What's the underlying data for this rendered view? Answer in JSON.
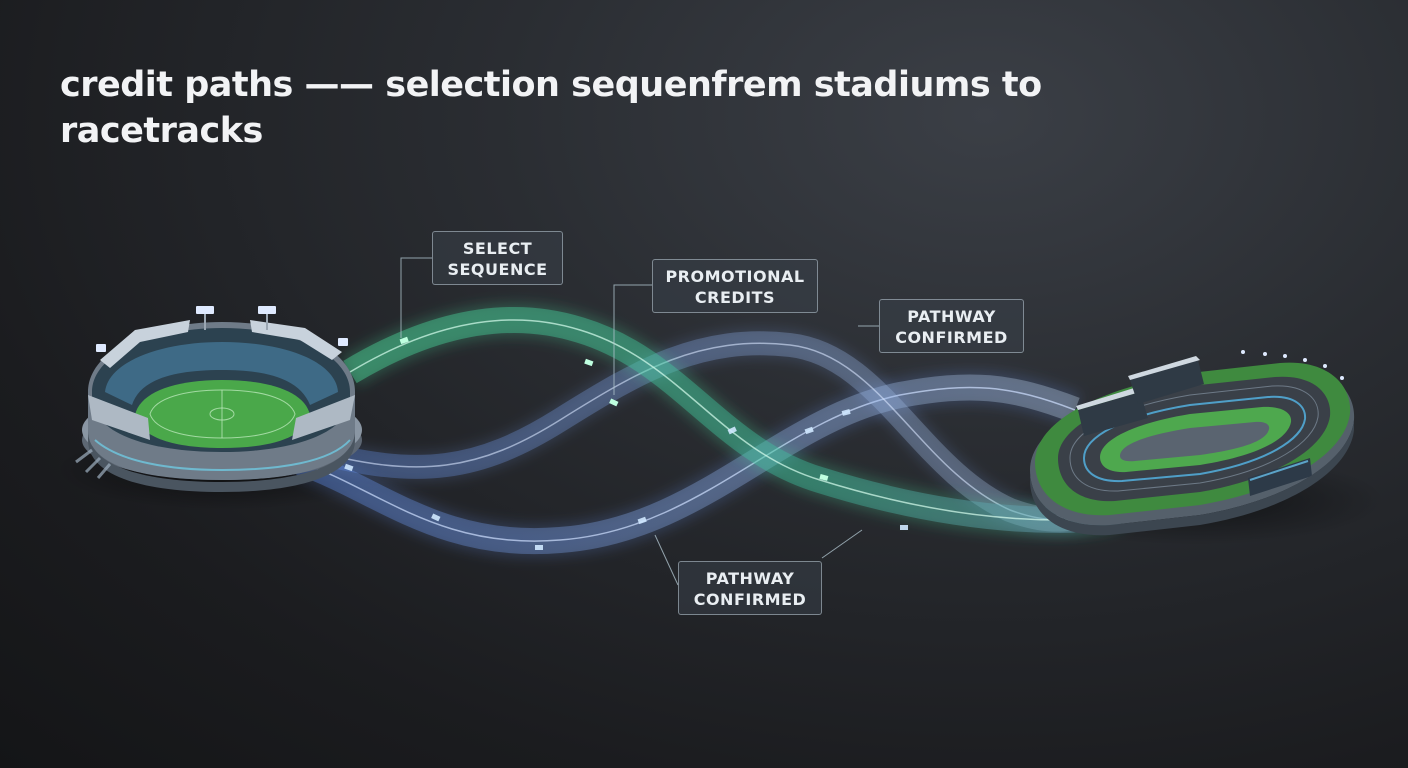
{
  "title": "credit paths —— selection sequenfrem stadiums to racetracks",
  "labels": {
    "select_sequence": "SELECT\nSEQUENCE",
    "promotional_credits": "PROMOTIONAL\nCREDITS",
    "pathway_confirmed_top": "PATHWAY\nCONFIRMED",
    "pathway_confirmed_bottom": "PATHWAY\nCONFIRMED"
  },
  "colors": {
    "background": "#1b1c1f",
    "path_green": "#5fe6a8",
    "path_blue": "#8fb8ff",
    "field_green": "#4aa84a"
  }
}
